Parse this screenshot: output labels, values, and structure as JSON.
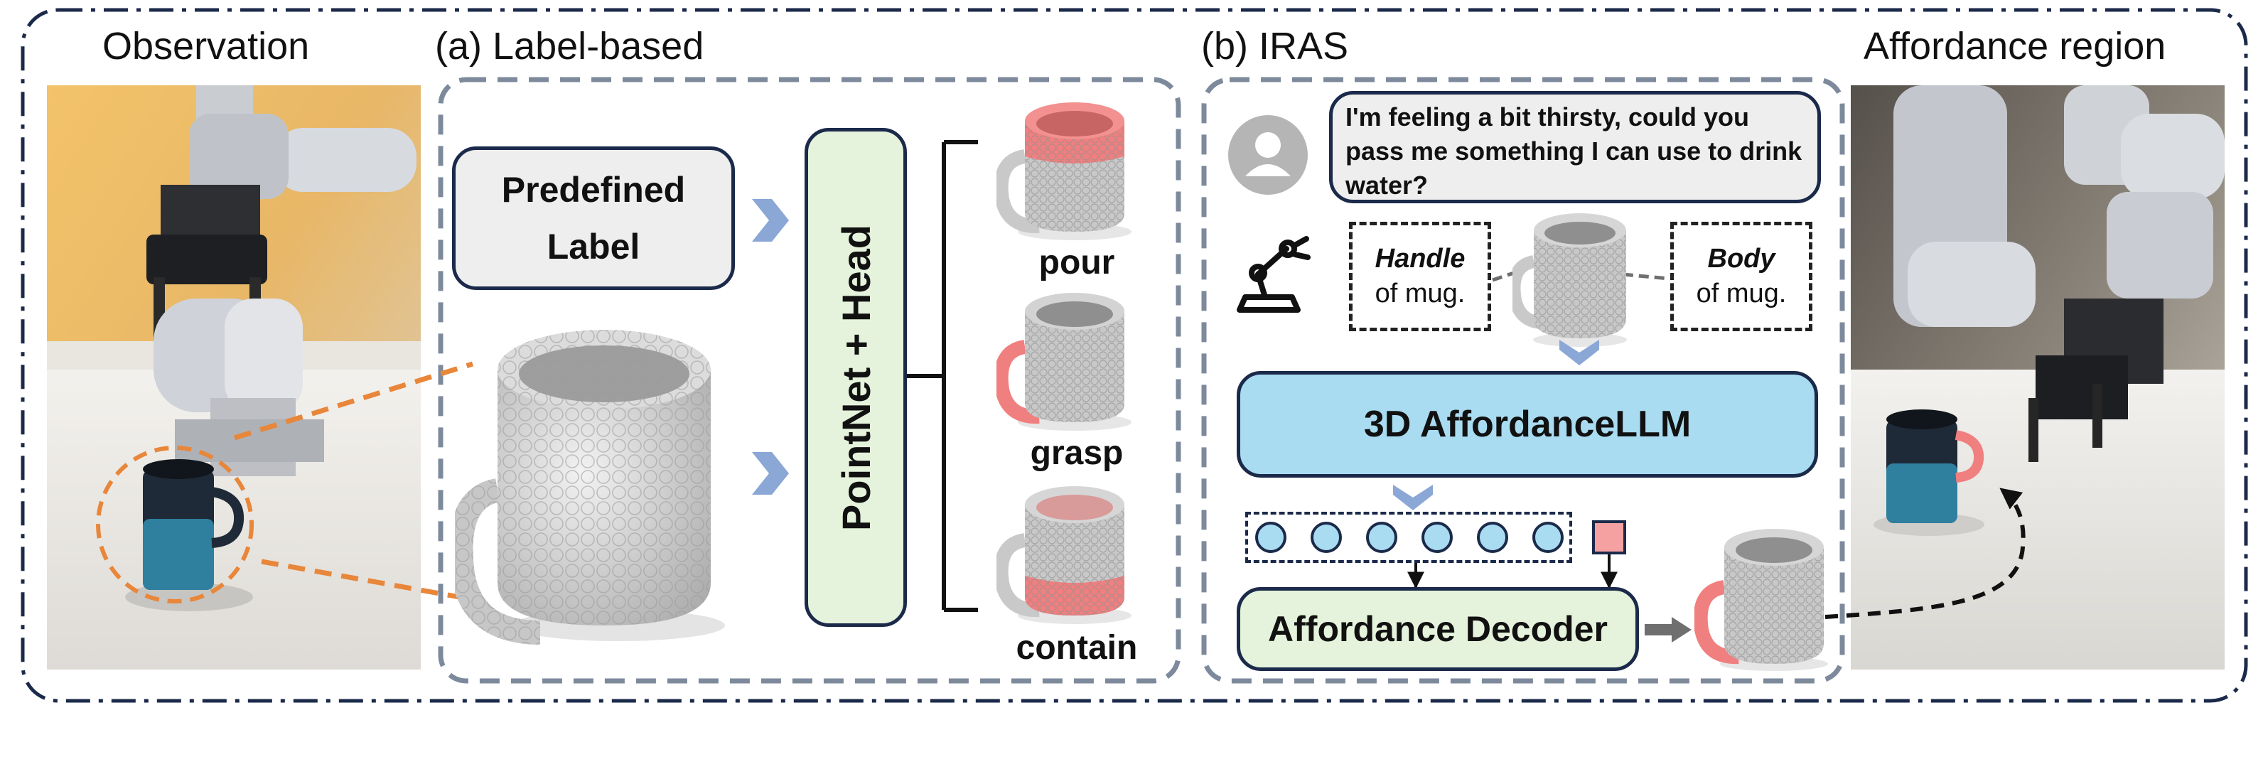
{
  "headings": {
    "observation": "Observation",
    "label_based": "(a) Label-based",
    "iras": "(b) IRAS",
    "affordance_region": "Affordance region"
  },
  "label_based": {
    "predefined_label": "Predefined Label",
    "backbone": "PointNet + Head",
    "outputs": [
      "pour",
      "grasp",
      "contain"
    ]
  },
  "iras": {
    "instruction": "I'm feeling a bit thirsty, could you pass me something I can use to drink water?",
    "handle_part": {
      "name": "Handle",
      "suffix": "of mug."
    },
    "body_part": {
      "name": "Body",
      "suffix": "of mug."
    },
    "llm": "3D AffordanceLLM",
    "decoder": "Affordance Decoder",
    "token_count": 6
  },
  "colors": {
    "frame": "#1b2a4a",
    "dashed_border": "#7d8a9c",
    "label_box": "#eeeeee",
    "green_box": "#e5f3dc",
    "llm_box": "#a9dcf1",
    "token_fill": "#a9dcf1",
    "seg_token": "#f6a1a1",
    "highlight": "#f07f7f",
    "chevron": "#8aa7d6",
    "observation_circle": "#e8863a"
  }
}
